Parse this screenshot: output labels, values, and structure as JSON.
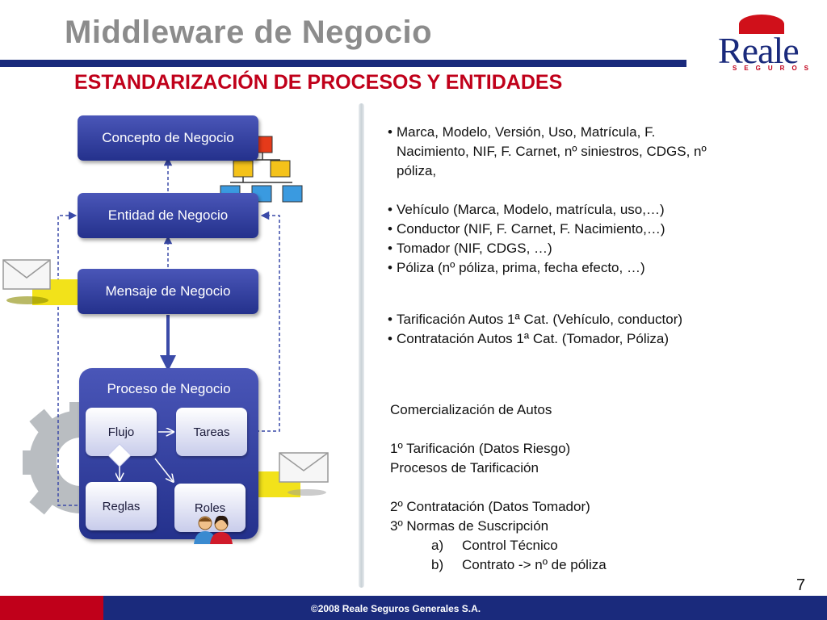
{
  "header": {
    "title": "Middleware de Negocio",
    "subtitle": "ESTANDARIZACIÓN DE  PROCESOS Y ENTIDADES",
    "logo_word": "Reale",
    "logo_sub": "SEGUROS"
  },
  "diagram": {
    "concepto": "Concepto de Negocio",
    "entidad": "Entidad de Negocio",
    "mensaje": "Mensaje de Negocio",
    "proceso": "Proceso de Negocio",
    "flujo": "Flujo",
    "tareas": "Tareas",
    "reglas": "Reglas",
    "roles": "Roles"
  },
  "content": {
    "bullets_concepto": [
      "Marca, Modelo, Versión, Uso, Matrícula, F. Nacimiento, NIF, F. Carnet, nº siniestros, CDGS, nº póliza,"
    ],
    "bullets_entidad": [
      "Vehículo (Marca, Modelo, matrícula, uso,…)",
      "Conductor (NIF, F. Carnet, F. Nacimiento,…)",
      "Tomador (NIF, CDGS, …)",
      "Póliza (nº póliza, prima, fecha efecto, …)"
    ],
    "bullets_mensaje": [
      "Tarificación Autos 1ª Cat. (Vehículo, conductor)",
      "Contratación Autos 1ª Cat. (Tomador, Póliza)"
    ],
    "proceso_lines": [
      "Comercialización de Autos",
      "1º Tarificación (Datos Riesgo)",
      "Procesos de Tarificación",
      "2º Contratación (Datos Tomador)",
      "3º Normas de Suscripción"
    ],
    "sublist": [
      {
        "marker": "a)",
        "text": "Control Técnico"
      },
      {
        "marker": "b)",
        "text": "Contrato -> nº de póliza"
      }
    ]
  },
  "footer": {
    "page_number": "7",
    "copyright": "©2008 Reale Seguros Generales S.A."
  },
  "colors": {
    "navy": "#1a2a7c",
    "red": "#c0001a",
    "box_blue": "#2e3a9c",
    "title_gray": "#8c8c8c"
  }
}
